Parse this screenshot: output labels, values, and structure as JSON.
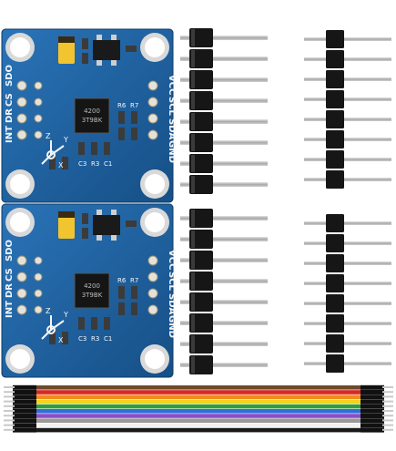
{
  "product": {
    "board_count": 2,
    "boards": [
      {
        "id": "top",
        "silkscreen": {
          "left_labels": [
            "SDO",
            "CS",
            "DR",
            "INT"
          ],
          "right_labels": [
            "GND",
            "SDA",
            "SCL",
            "VCC"
          ],
          "chip_lines": [
            "4200",
            "3T9BK"
          ],
          "resistor_labels": [
            "R6",
            "R7"
          ],
          "lower_labels": [
            "C3",
            "R3",
            "C1"
          ],
          "axis_labels": {
            "x": "X",
            "y": "Y",
            "z": "Z"
          }
        }
      },
      {
        "id": "bottom",
        "silkscreen": {
          "left_labels": [
            "SDO",
            "CS",
            "DR",
            "INT"
          ],
          "right_labels": [
            "GND",
            "SDA",
            "SCL",
            "VCC"
          ],
          "chip_lines": [
            "4200",
            "3T9BK"
          ],
          "resistor_labels": [
            "R6",
            "R7"
          ],
          "lower_labels": [
            "C3",
            "R3",
            "C1"
          ],
          "axis_labels": {
            "x": "X",
            "y": "Y",
            "z": "Z"
          }
        }
      }
    ],
    "header_strips": [
      {
        "id": "strip-right-angle-top",
        "kind": "right-angle",
        "pins": 8
      },
      {
        "id": "strip-straight-top",
        "kind": "straight",
        "pins": 8
      },
      {
        "id": "strip-right-angle-bottom",
        "kind": "right-angle",
        "pins": 8
      },
      {
        "id": "strip-straight-bottom",
        "kind": "straight",
        "pins": 8
      }
    ],
    "jumper_cable": {
      "wires": 10,
      "colors": [
        "#6b4a2a",
        "#d62828",
        "#f08c1a",
        "#f4d21f",
        "#2e9e3f",
        "#2f6fd6",
        "#8a4fc7",
        "#9a9a9a",
        "#f2f2f2",
        "#1a1a1a"
      ]
    },
    "colors": {
      "pcb": "#1b5f9e",
      "pcb_dark": "#154c80",
      "pad_gold": "#e6e2d6",
      "silkscreen": "#f4f6f8",
      "header_plastic": "#161616",
      "pin_metal": "#b8b8b8"
    }
  }
}
